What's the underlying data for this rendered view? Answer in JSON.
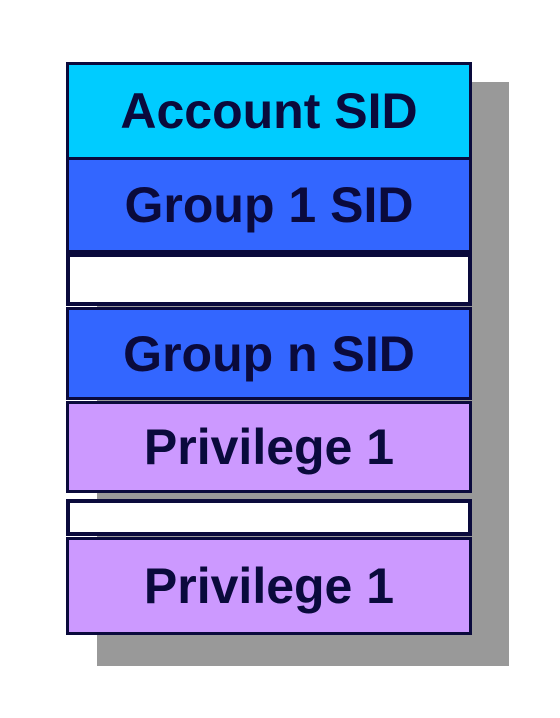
{
  "colors": {
    "account": "#00ccff",
    "group": "#3366ff",
    "gap": "#ffffff",
    "privilege": "#cc99ff",
    "border": "#0a0a3c",
    "text": "#0a0a3c",
    "shadow": "#999999"
  },
  "blocks": [
    {
      "label": "Account SID",
      "kind": "account"
    },
    {
      "label": "Group 1 SID",
      "kind": "group"
    },
    {
      "label": "",
      "kind": "gap"
    },
    {
      "label": "Group n SID",
      "kind": "group"
    },
    {
      "label": "Privilege 1",
      "kind": "privilege"
    },
    {
      "label": "",
      "kind": "gap"
    },
    {
      "label": "Privilege 1",
      "kind": "privilege"
    }
  ]
}
